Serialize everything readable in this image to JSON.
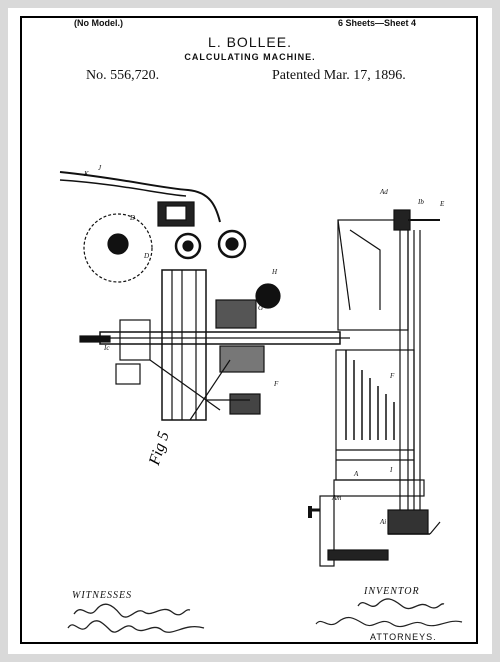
{
  "header": {
    "model": "(No Model.)",
    "sheets": "6 Sheets—Sheet 4",
    "inventor_name": "L. BOLLEE.",
    "title": "CALCULATING MACHINE.",
    "patent_no": "No. 556,720.",
    "patented": "Patented Mar. 17, 1896."
  },
  "drawing": {
    "figure_label": "Fig 5",
    "icon": "patent-mechanism-drawing"
  },
  "footer": {
    "witnesses_label": "WITNESSES",
    "inventor_label": "INVENTOR",
    "attorneys_label": "ATTORNEYS."
  }
}
